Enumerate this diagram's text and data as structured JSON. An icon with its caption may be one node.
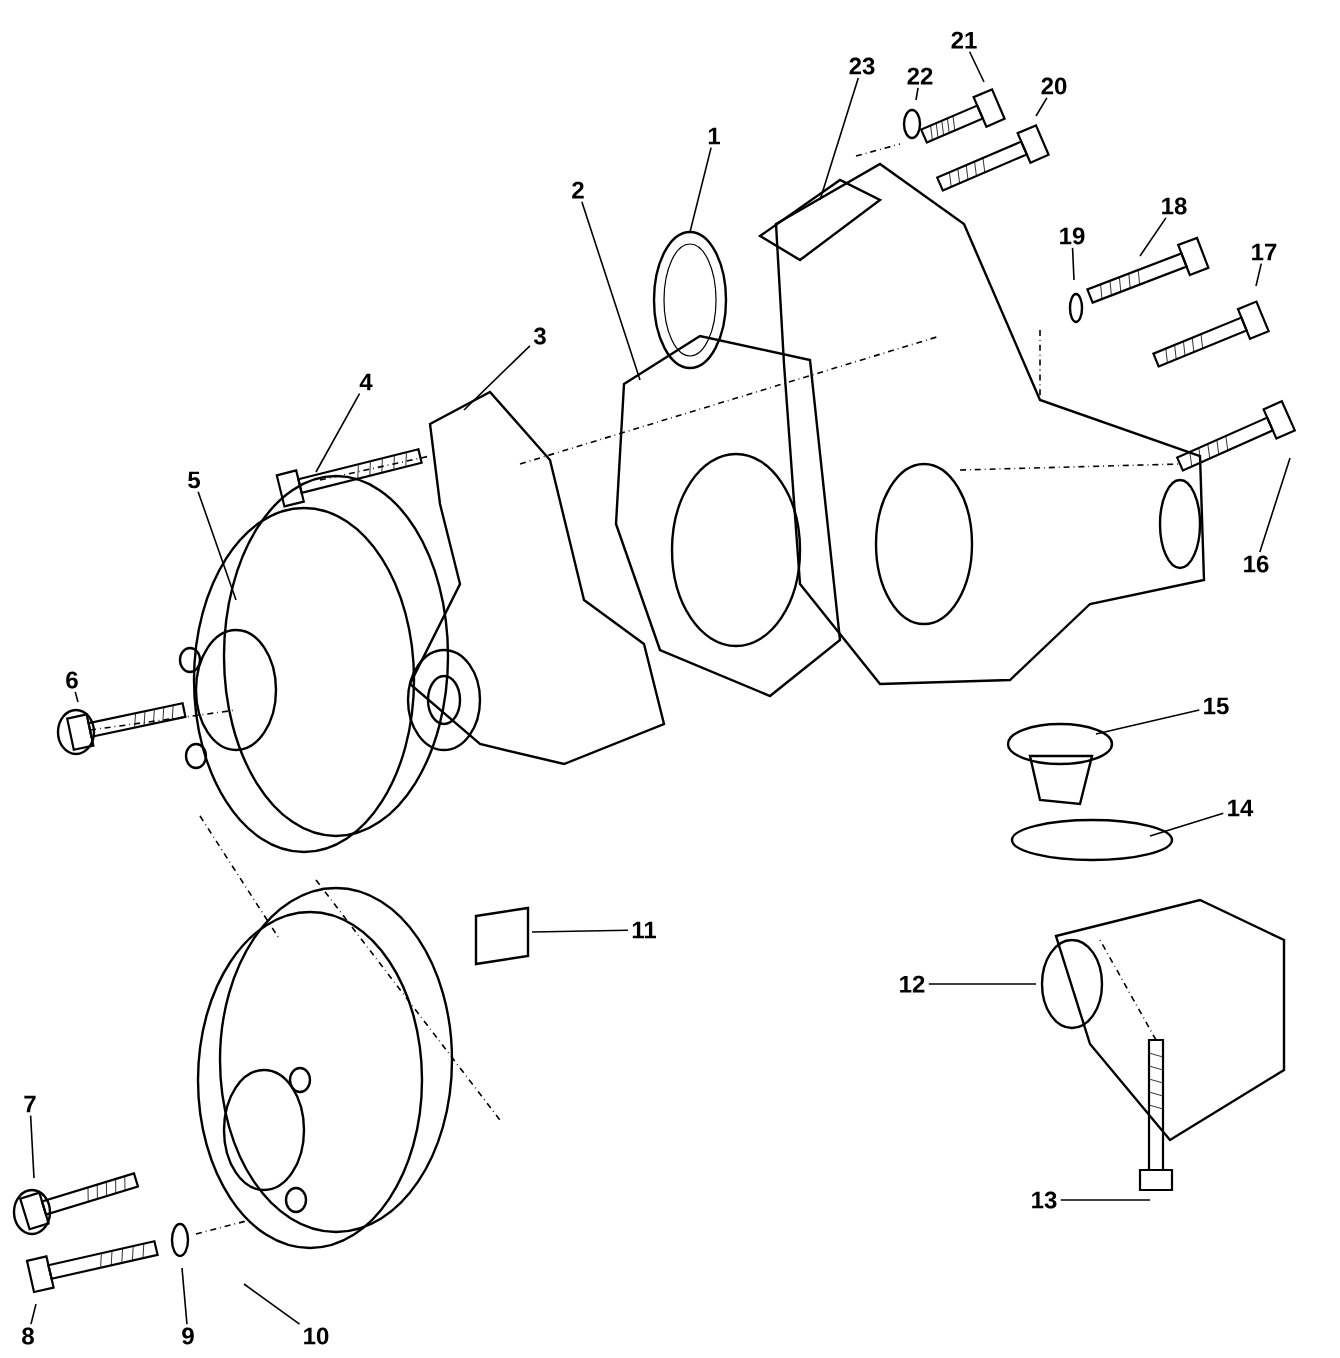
{
  "diagram": {
    "nodes": [
      {
        "text": [
          "1"
        ]
      },
      {
        "text": [
          "2"
        ]
      },
      {
        "text": [
          "3"
        ]
      },
      {
        "text": [
          "4"
        ]
      },
      {
        "text": [
          "5"
        ]
      },
      {
        "text": [
          "6"
        ]
      },
      {
        "text": [
          "7"
        ]
      },
      {
        "text": [
          "8"
        ]
      },
      {
        "text": [
          "9"
        ]
      },
      {
        "text": [
          "10"
        ]
      },
      {
        "text": [
          "11"
        ]
      },
      {
        "text": [
          "12"
        ]
      },
      {
        "text": [
          "13"
        ]
      },
      {
        "text": [
          "14"
        ]
      },
      {
        "text": [
          "15"
        ]
      },
      {
        "text": [
          "16"
        ]
      },
      {
        "text": [
          "17"
        ]
      },
      {
        "text": [
          "18"
        ]
      },
      {
        "text": [
          "19"
        ]
      },
      {
        "text": [
          "20"
        ]
      },
      {
        "text": [
          "21"
        ]
      },
      {
        "text": [
          "22"
        ]
      },
      {
        "text": [
          "23"
        ]
      }
    ],
    "edges": [
      {
        "from": 0,
        "to": null,
        "arrow": "none"
      },
      {
        "from": 1,
        "to": null,
        "arrow": "none"
      },
      {
        "from": 2,
        "to": null,
        "arrow": "none"
      },
      {
        "from": 3,
        "to": null,
        "arrow": "none"
      },
      {
        "from": 4,
        "to": null,
        "arrow": "none"
      },
      {
        "from": 5,
        "to": null,
        "arrow": "none"
      },
      {
        "from": 6,
        "to": null,
        "arrow": "none"
      },
      {
        "from": 7,
        "to": null,
        "arrow": "none"
      },
      {
        "from": 8,
        "to": null,
        "arrow": "none"
      },
      {
        "from": 9,
        "to": null,
        "arrow": "none"
      },
      {
        "from": 10,
        "to": null,
        "arrow": "none"
      },
      {
        "from": 11,
        "to": null,
        "arrow": "none"
      },
      {
        "from": 12,
        "to": null,
        "arrow": "none"
      },
      {
        "from": 13,
        "to": null,
        "arrow": "none"
      },
      {
        "from": 14,
        "to": null,
        "arrow": "none"
      },
      {
        "from": 15,
        "to": null,
        "arrow": "none"
      },
      {
        "from": 16,
        "to": null,
        "arrow": "none"
      },
      {
        "from": 17,
        "to": null,
        "arrow": "none"
      },
      {
        "from": 18,
        "to": null,
        "arrow": "none"
      },
      {
        "from": 19,
        "to": null,
        "arrow": "none"
      },
      {
        "from": 20,
        "to": null,
        "arrow": "none"
      },
      {
        "from": 21,
        "to": null,
        "arrow": "none"
      },
      {
        "from": 22,
        "to": null,
        "arrow": "none"
      }
    ]
  }
}
